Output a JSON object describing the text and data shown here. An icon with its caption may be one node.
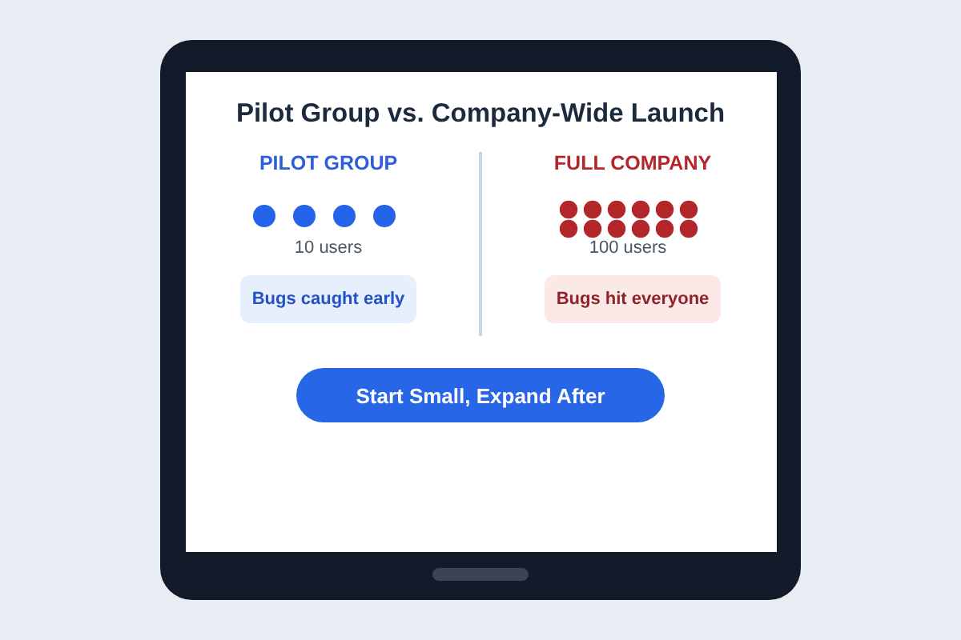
{
  "diagram": {
    "title": "Pilot Group vs. Company-Wide Launch",
    "nodes": [
      {
        "text": [
          "Bugs caught early"
        ]
      },
      {
        "text": [
          "Bugs hit everyone"
        ]
      },
      {
        "text": [
          "Start Small, Expand After"
        ]
      }
    ],
    "labels": [
      "PILOT GROUP",
      "FULL COMPANY",
      "10 users",
      "100 users"
    ]
  }
}
